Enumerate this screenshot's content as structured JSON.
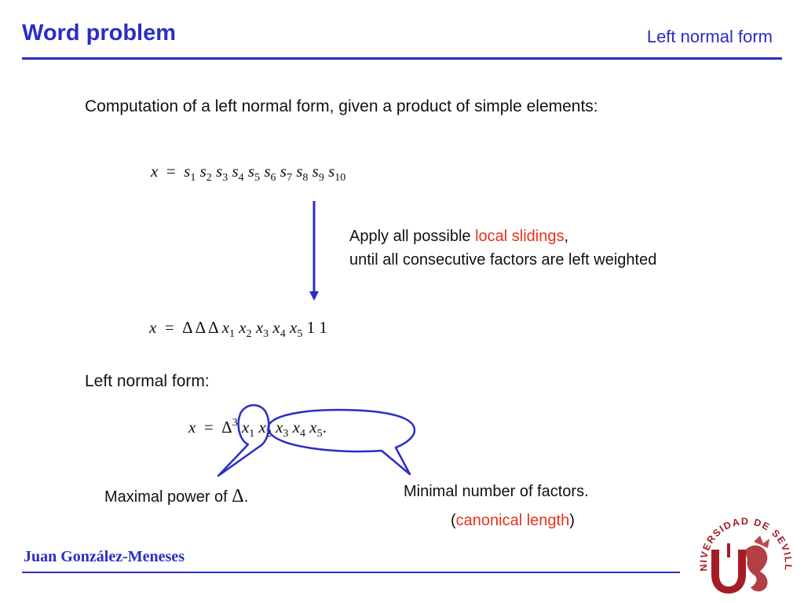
{
  "header": {
    "title": "Word problem",
    "section": "Left normal form"
  },
  "intro_text": "Computation of a left normal form, given a product of simple elements:",
  "equation1": {
    "lhs": "x",
    "op": "=",
    "factors": [
      {
        "base": "s",
        "sub": "1"
      },
      {
        "base": "s",
        "sub": "2"
      },
      {
        "base": "s",
        "sub": "3"
      },
      {
        "base": "s",
        "sub": "4"
      },
      {
        "base": "s",
        "sub": "5"
      },
      {
        "base": "s",
        "sub": "6"
      },
      {
        "base": "s",
        "sub": "7"
      },
      {
        "base": "s",
        "sub": "8"
      },
      {
        "base": "s",
        "sub": "9"
      },
      {
        "base": "s",
        "sub": "10"
      }
    ]
  },
  "slide_note": {
    "line1_before": "Apply all possible ",
    "line1_highlight": "local slidings",
    "line1_after": ",",
    "line2": "until all consecutive factors are left weighted"
  },
  "equation2": {
    "lhs": "x",
    "op": "=",
    "deltas": [
      "Δ",
      "Δ",
      "Δ"
    ],
    "factors": [
      {
        "base": "x",
        "sub": "1"
      },
      {
        "base": "x",
        "sub": "2"
      },
      {
        "base": "x",
        "sub": "3"
      },
      {
        "base": "x",
        "sub": "4"
      },
      {
        "base": "x",
        "sub": "5"
      }
    ],
    "trailing": [
      "1",
      "1"
    ]
  },
  "left_normal_form_label": "Left normal form:",
  "equation3": {
    "lhs": "x",
    "op": "=",
    "delta": "Δ",
    "delta_exp": "3",
    "factors": [
      {
        "base": "x",
        "sub": "1"
      },
      {
        "base": "x",
        "sub": "2"
      },
      {
        "base": "x",
        "sub": "3"
      },
      {
        "base": "x",
        "sub": "4"
      },
      {
        "base": "x",
        "sub": "5"
      }
    ],
    "end_punct": "."
  },
  "annotations": {
    "max_power_text": "Maximal power of ",
    "max_power_symbol": "Δ",
    "max_power_punct": ".",
    "min_factors": "Minimal number of factors.",
    "canonical_open": "(",
    "canonical_highlight": "canonical length",
    "canonical_close": ")"
  },
  "footer": {
    "author": "Juan González-Meneses",
    "logo_text": "UNIVERSIDAD DE SEVILLA"
  },
  "colors": {
    "accent_blue": "#2a2ec4",
    "highlight_red": "#e8301c",
    "logo_red": "#a51d24"
  }
}
